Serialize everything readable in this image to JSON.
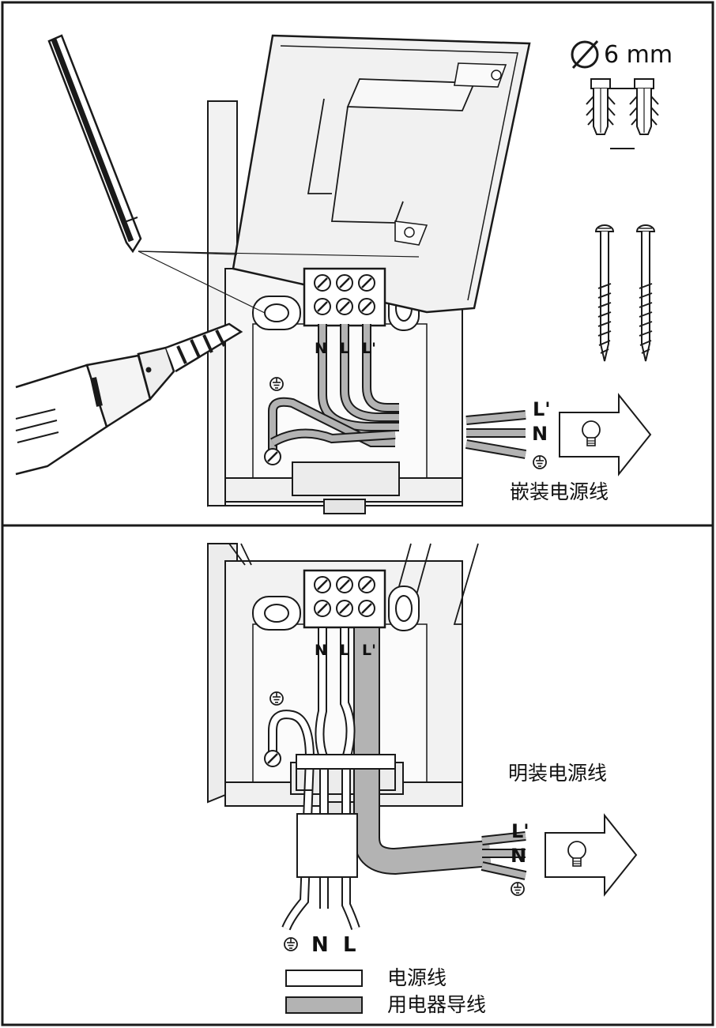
{
  "top": {
    "diameter_label": "6 mm",
    "caption": "嵌装电源线",
    "terminal_labels": [
      "N",
      "L",
      "L'"
    ],
    "output_labels": [
      "L'",
      "N"
    ]
  },
  "bottom": {
    "caption": "明装电源线",
    "terminal_labels": [
      "N",
      "L",
      "L'"
    ],
    "output_labels": [
      "L'",
      "N"
    ],
    "supply_labels": [
      "N",
      "L"
    ]
  },
  "legend": {
    "items": [
      {
        "label": "电源线",
        "fill": "#ffffff"
      },
      {
        "label": "用电器导线",
        "fill": "#b3b3b3"
      }
    ]
  },
  "colors": {
    "line": "#1a1a1a",
    "device_fill": "#f2f2f2",
    "wire_white": "#ffffff",
    "wire_grey": "#b3b3b3"
  },
  "icons": [
    "pencil-icon",
    "drill-icon",
    "wall-plug-icon",
    "screw-icon",
    "earth-symbol-icon",
    "lamp-icon",
    "arrow-icon",
    "diameter-icon",
    "terminal-screw-icon"
  ]
}
